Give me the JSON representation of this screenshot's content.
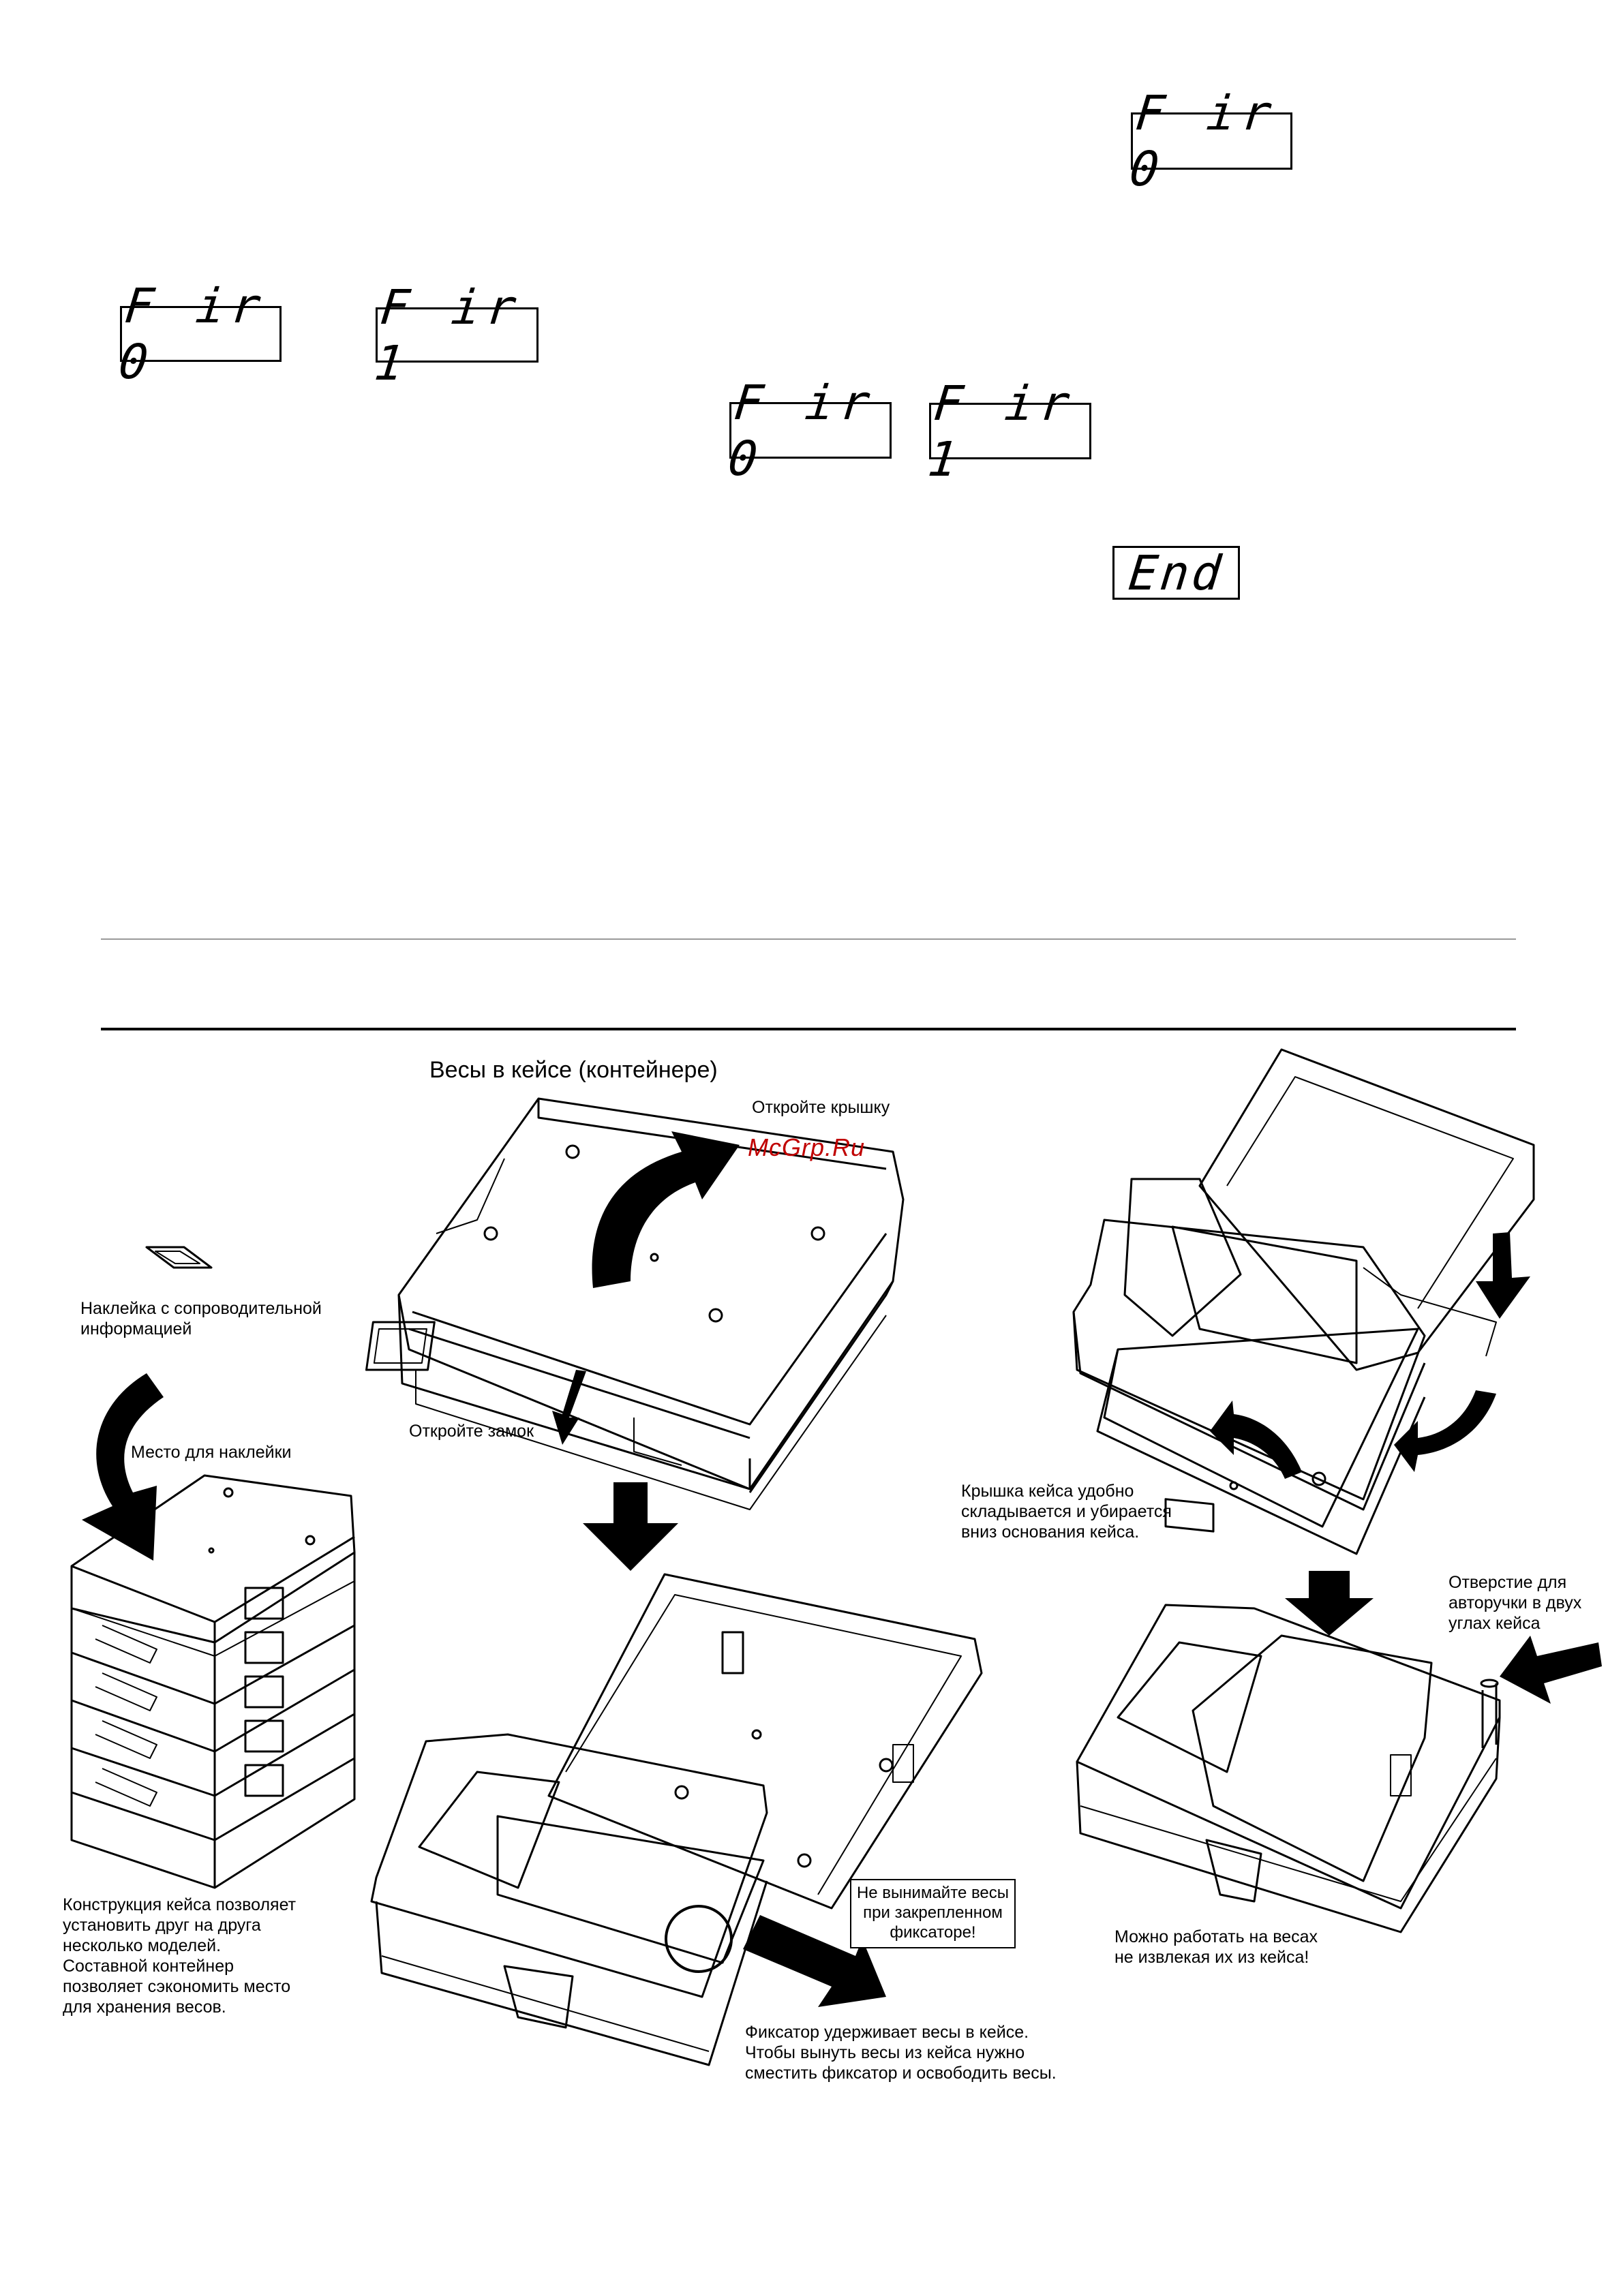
{
  "displays": {
    "d1": "F ir 0",
    "d2": "F ir 0",
    "d3": "F ir 1",
    "d4": "F ir 0",
    "d5": "F ir 1",
    "d6": "End"
  },
  "case_section": {
    "title": "Весы в кейсе (контейнере)",
    "open_lid": "Откройте крышку",
    "watermark": "McGrp.Ru",
    "sticker": "Наклейка с сопроводительной\nинформацией",
    "sticker_place": "Место для наклейки",
    "open_lock": "Откройте замок",
    "lid_fold": "Крышка кейса удобно\nскладывается и убирается\nвниз основания кейса.",
    "handle_hole": "Отверстие для\nавторучки в двух\nуглах кейса",
    "stacking": "Конструкция кейса позволяет\nустановить друг на друга\nнесколько моделей.\nСоставной контейнер\nпозволяет сэкономить место\nдля хранения весов.",
    "warning": "Не вынимайте весы\nпри закрепленном\nфиксаторе!",
    "latch": "Фиксатор удерживает весы в кейсе.\nЧтобы вынуть весы из кейса нужно\nсместить фиксатор и освободить весы.",
    "work_in_case": "Можно работать на весах\nне извлекая их из кейса!"
  }
}
